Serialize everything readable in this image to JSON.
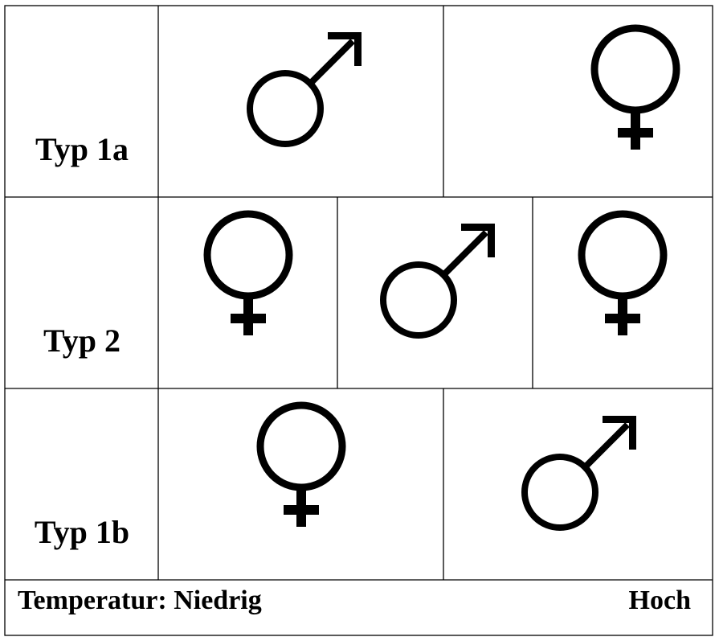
{
  "rows": [
    {
      "label": "Typ 1a",
      "cells": [
        {
          "symbol": "male-symbol-icon"
        },
        {
          "symbol": "female-symbol-icon"
        }
      ]
    },
    {
      "label": "Typ 2",
      "cells": [
        {
          "symbol": "female-symbol-icon"
        },
        {
          "symbol": "male-symbol-icon"
        },
        {
          "symbol": "female-symbol-icon"
        }
      ]
    },
    {
      "label": "Typ 1b",
      "cells": [
        {
          "symbol": "female-symbol-icon"
        },
        {
          "symbol": "male-symbol-icon"
        }
      ]
    }
  ],
  "footer": {
    "left_text": "Temperatur: Niedrig",
    "right_text": "Hoch"
  },
  "colors": {
    "ink": "#000000",
    "background": "#ffffff"
  }
}
